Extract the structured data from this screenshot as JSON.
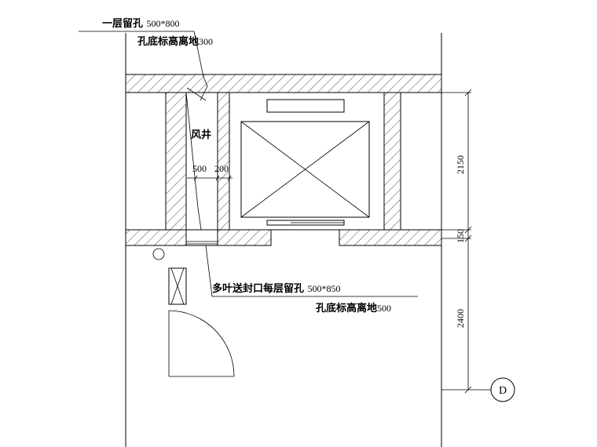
{
  "annotations": {
    "first_floor_hole": {
      "label": "一层留孔",
      "size": "500*800"
    },
    "first_floor_hole_height": {
      "label": "孔底标高离地",
      "value": "300"
    },
    "shaft": "风井",
    "vent_hole": {
      "label": "多叶送封口每层留孔",
      "size": "500*850"
    },
    "vent_hole_height": {
      "label": "孔底标高离地",
      "value": "500"
    }
  },
  "dimensions": {
    "shaft_width": "500",
    "wall_thickness": "200",
    "shaft_depth": "2150",
    "slab": "150",
    "corridor": "2400"
  },
  "grid": {
    "axis_label": "D"
  }
}
